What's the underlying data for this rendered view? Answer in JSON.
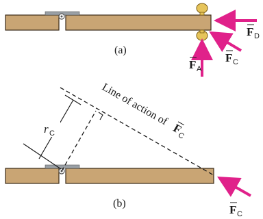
{
  "panel_a": {
    "label": "(a)",
    "forces": [
      {
        "id": "FA",
        "letter": "F",
        "sub": "A"
      },
      {
        "id": "FC",
        "letter": "F",
        "sub": "C"
      },
      {
        "id": "FD",
        "letter": "F",
        "sub": "D"
      }
    ]
  },
  "panel_b": {
    "label": "(b)",
    "line_of_action_text": "Line of action of ",
    "line_of_action_force": {
      "letter": "F",
      "sub": "C"
    },
    "lever_arm": {
      "letter": "r",
      "sub": "C"
    },
    "force": {
      "letter": "F",
      "sub": "C"
    }
  },
  "colors": {
    "wood_fill": "#c9a574",
    "wood_stroke": "#3a2a18",
    "arrow": "#e0218a",
    "hinge": "#9aa0a6",
    "knob": "#e6c45a"
  }
}
